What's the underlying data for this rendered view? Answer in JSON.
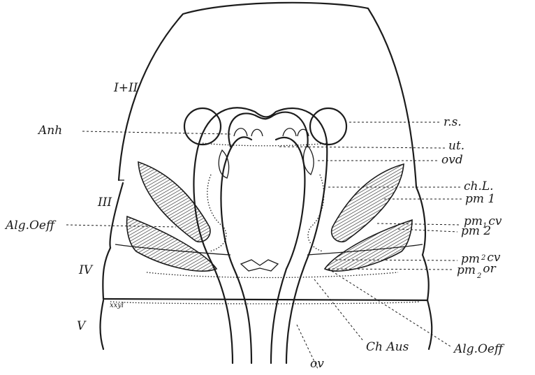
{
  "segments": {
    "s12": "I+II",
    "s3": "III",
    "s4": "IV",
    "s5": "V"
  },
  "labels": {
    "anh": "Anh",
    "alg_left": "Alg.Oeff",
    "rs": "r.s.",
    "ut": "ut.",
    "ovd": "ovd",
    "chl": "ch.L.",
    "pm1": "pm 1",
    "pm1cv_main": "pm",
    "pm1cv_sub": "1",
    "pm1cv_tail": "cv",
    "pm2": "pm 2",
    "pm2cv_main": "pm",
    "pm2cv_sub": "2",
    "pm2cv_tail": "cv",
    "pm2or_main": "pm",
    "pm2or_sub": "2",
    "pm2or_tail": "or",
    "alg_bottom": "Alg.Oeff",
    "chaus": "Ch Aus",
    "ov": "ov",
    "xxyl": "xxyl"
  }
}
